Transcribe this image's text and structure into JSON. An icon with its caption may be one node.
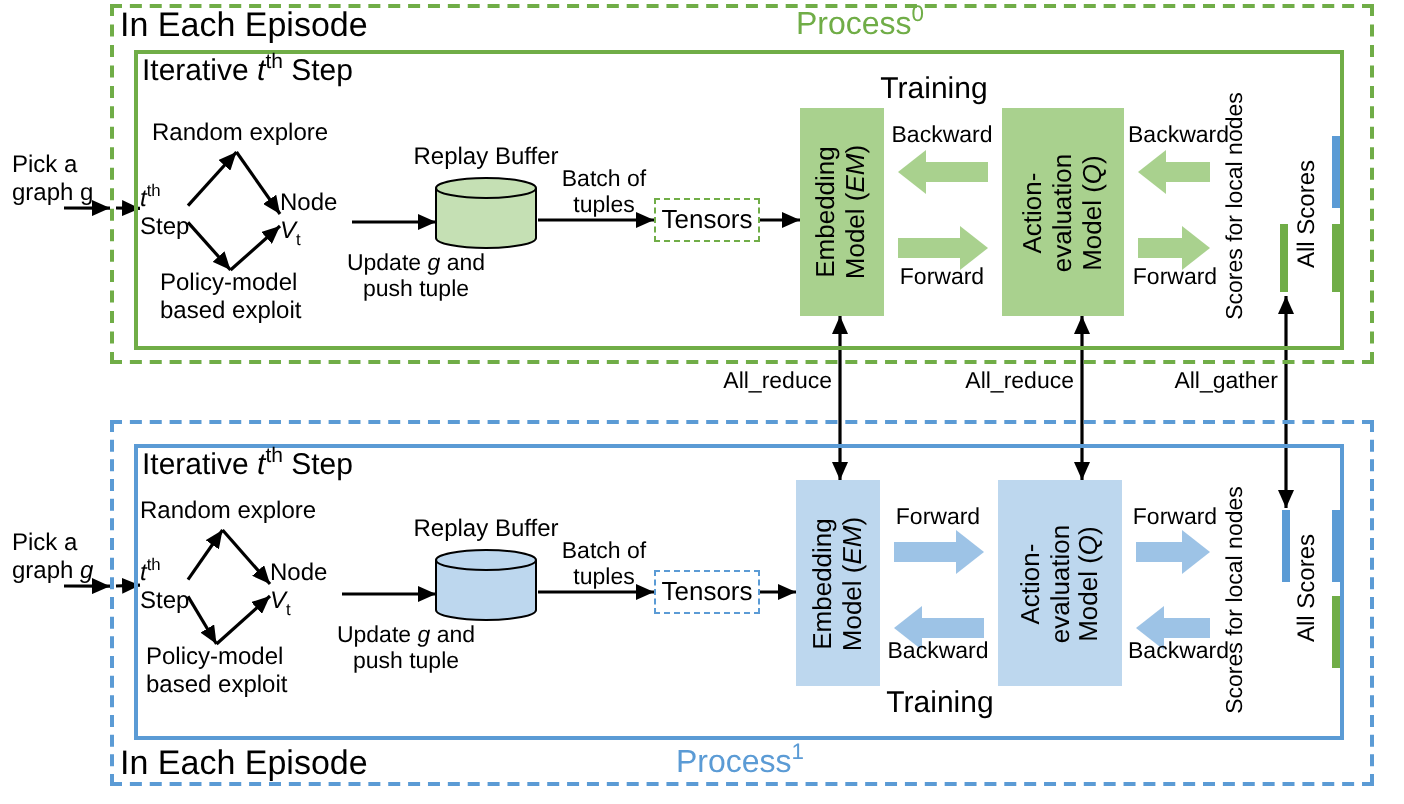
{
  "diagram": {
    "nodes": [
      {
        "text": [
          "In Each Episode",
          "Process$^{0}$"
        ]
      },
      {
        "text": [
          "Iterative *t*$^{th}$ Step"
        ],
        "in": 0
      },
      {
        "text": [
          "Pick a graph g"
        ]
      },
      {
        "text": [
          "*t*$^{th}$ Step"
        ],
        "in": 1
      },
      {
        "text": [
          "Random explore"
        ],
        "in": 1
      },
      {
        "text": [
          "Policy-model based exploit"
        ],
        "in": 1
      },
      {
        "text": [
          "Node *V*$_{t}$"
        ],
        "in": 1
      },
      {
        "text": [
          "Replay Buffer"
        ],
        "in": 1
      },
      {
        "text": [
          "Tensors"
        ],
        "in": 1
      },
      {
        "text": [
          "Embedding Model (*EM*)"
        ],
        "in": 1
      },
      {
        "text": [
          "Action-evaluation Model (*Q*)"
        ],
        "in": 1
      },
      {
        "text": [
          "Scores for local nodes"
        ],
        "in": 1
      },
      {
        "text": [
          "All Scores"
        ],
        "in": 1
      },
      {
        "text": [
          "In Each Episode",
          "Process$^{1}$"
        ]
      },
      {
        "text": [
          "Iterative *t*$^{th}$ Step"
        ],
        "in": 13
      },
      {
        "text": [
          "Pick a graph *g*"
        ]
      },
      {
        "text": [
          "*t*$^{th}$ Step"
        ],
        "in": 14
      },
      {
        "text": [
          "Random explore"
        ],
        "in": 14
      },
      {
        "text": [
          "Policy-model based exploit"
        ],
        "in": 14
      },
      {
        "text": [
          "Node *V*$_{t}$"
        ],
        "in": 14
      },
      {
        "text": [
          "Replay Buffer"
        ],
        "in": 14
      },
      {
        "text": [
          "Tensors"
        ],
        "in": 14
      },
      {
        "text": [
          "Embedding Model (*EM*)"
        ],
        "in": 14
      },
      {
        "text": [
          "Action-evaluation Model (*Q*)"
        ],
        "in": 14
      },
      {
        "text": [
          "Scores for local nodes"
        ],
        "in": 14
      },
      {
        "text": [
          "All Scores"
        ],
        "in": 14
      }
    ],
    "edges": [
      {
        "from": 2,
        "to": 0,
        "arrow": "to"
      },
      {
        "from": 2,
        "to": 3,
        "arrow": "to"
      },
      {
        "from": 3,
        "to": 4,
        "arrow": "to"
      },
      {
        "from": 4,
        "to": 6,
        "arrow": "to"
      },
      {
        "from": 3,
        "to": 5,
        "arrow": "to"
      },
      {
        "from": 5,
        "to": 6,
        "arrow": "to"
      },
      {
        "from": 6,
        "to": 7,
        "arrow": "to",
        "label": "Update *g* and push tuple"
      },
      {
        "from": 7,
        "to": 8,
        "arrow": "to",
        "label": "Batch of tuples"
      },
      {
        "from": 8,
        "to": 9,
        "arrow": "to"
      },
      {
        "from": 10,
        "to": 9,
        "arrow": "to",
        "label": "Backward",
        "style": "thick",
        "color": "#a9d18e"
      },
      {
        "from": 9,
        "to": 10,
        "arrow": "to",
        "label": "Forward",
        "style": "thick",
        "color": "#a9d18e"
      },
      {
        "from": 11,
        "to": 10,
        "arrow": "to",
        "label": "Backward",
        "style": "thick",
        "color": "#a9d18e"
      },
      {
        "from": 10,
        "to": 11,
        "arrow": "to",
        "label": "Forward",
        "style": "thick",
        "color": "#a9d18e"
      },
      {
        "from": 15,
        "to": 13,
        "arrow": "to"
      },
      {
        "from": 15,
        "to": 16,
        "arrow": "to"
      },
      {
        "from": 16,
        "to": 17,
        "arrow": "to"
      },
      {
        "from": 17,
        "to": 19,
        "arrow": "to"
      },
      {
        "from": 16,
        "to": 18,
        "arrow": "to"
      },
      {
        "from": 18,
        "to": 19,
        "arrow": "to"
      },
      {
        "from": 19,
        "to": 20,
        "arrow": "to",
        "label": "Update *g* and push tuple"
      },
      {
        "from": 20,
        "to": 21,
        "arrow": "to",
        "label": "Batch of tuples"
      },
      {
        "from": 21,
        "to": 22,
        "arrow": "to"
      },
      {
        "from": 22,
        "to": 23,
        "arrow": "to",
        "label": "Forward",
        "style": "thick",
        "color": "#9dc3e6"
      },
      {
        "from": 23,
        "to": 22,
        "arrow": "to",
        "label": "Backward",
        "style": "thick",
        "color": "#9dc3e6"
      },
      {
        "from": 23,
        "to": 24,
        "arrow": "to",
        "label": "Forward",
        "style": "thick",
        "color": "#9dc3e6"
      },
      {
        "from": 24,
        "to": 23,
        "arrow": "to",
        "label": "Backward",
        "style": "thick",
        "color": "#9dc3e6"
      },
      {
        "from": 9,
        "to": 22,
        "arrow": "both",
        "label": "All_reduce"
      },
      {
        "from": 10,
        "to": 23,
        "arrow": "both",
        "label": "All_reduce"
      },
      {
        "from": 12,
        "to": 25,
        "arrow": "both",
        "label": "All_gather"
      }
    ],
    "labels": [
      "Training",
      "Training"
    ]
  }
}
